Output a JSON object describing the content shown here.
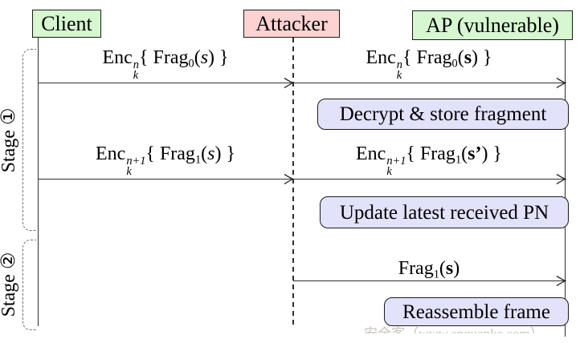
{
  "actors": {
    "client": "Client",
    "attacker": "Attacker",
    "ap": "AP (vulnerable)"
  },
  "stages": {
    "stage1": "Stage ①",
    "stage2": "Stage ②"
  },
  "messages": {
    "m1_left": {
      "prefix": "Enc",
      "sup": "n",
      "sub": "k",
      "mid": "{ Frag",
      "midsub": "0",
      "lparen": "(",
      "s": "s",
      "close": ") }"
    },
    "m1_right": {
      "prefix": "Enc",
      "sup": "n",
      "sub": "k",
      "mid": "{ Frag",
      "midsub": "0",
      "lparen": "(",
      "s": "s",
      "close": ") }"
    },
    "m2_left": {
      "prefix": "Enc",
      "sup": "n+1",
      "sub": "k",
      "mid": "{ Frag",
      "midsub": "1",
      "lparen": "(",
      "s": "s",
      "close": ") }"
    },
    "m2_right": {
      "prefix": "Enc",
      "sup": "n+1",
      "sub": "k",
      "mid": "{ Frag",
      "midsub": "1",
      "lparen": "(",
      "s": "s’",
      "close": ") }"
    },
    "m3": {
      "mid": "Frag",
      "midsub": "1",
      "lparen": "(",
      "s": "s",
      "close": ")"
    }
  },
  "actions": {
    "decrypt": "Decrypt & store fragment",
    "update": "Update latest received PN",
    "reassemble": "Reassemble frame"
  },
  "watermark": "安全客（www.anquanke.com）",
  "colors": {
    "actor_green": "#d6f7d0",
    "actor_pink": "#fdd3d2",
    "action_lavender": "#e2e2fb",
    "line": "#2f2f2f",
    "bracket_gray": "#6e6e6e"
  }
}
